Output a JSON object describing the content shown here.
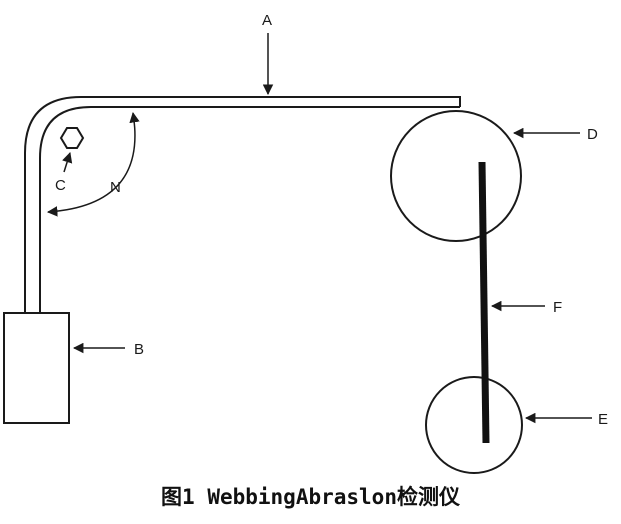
{
  "diagram": {
    "labels": {
      "a": "A",
      "b": "B",
      "c": "C",
      "d": "D",
      "e": "E",
      "f": "F",
      "n": "N"
    }
  },
  "caption": "图1 WebbingAbraslon检测仪"
}
